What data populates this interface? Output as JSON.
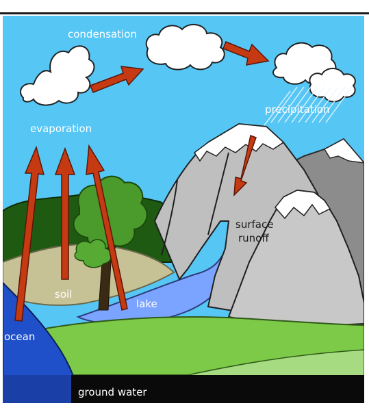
{
  "labels": {
    "condensation": "condensation",
    "evaporation": "evaporation",
    "precipitation": "precipitation",
    "surface_runoff_line1": "surface",
    "surface_runoff_line2": "runoff",
    "soil": "soil",
    "lake": "lake",
    "ocean": "ocean",
    "ground_water": "ground water"
  },
  "colors": {
    "sky": "#56c6f5",
    "arrow": "#c53a12",
    "cloud": "#ffffff",
    "mountain": "#bfbfbf",
    "lake": "#7aa4ff",
    "ocean": "#1f4fc9",
    "ground_water": "#0a0a0a",
    "grass": "#7dc948",
    "dark_forest": "#1f5a12",
    "soil": "#c7c296"
  }
}
